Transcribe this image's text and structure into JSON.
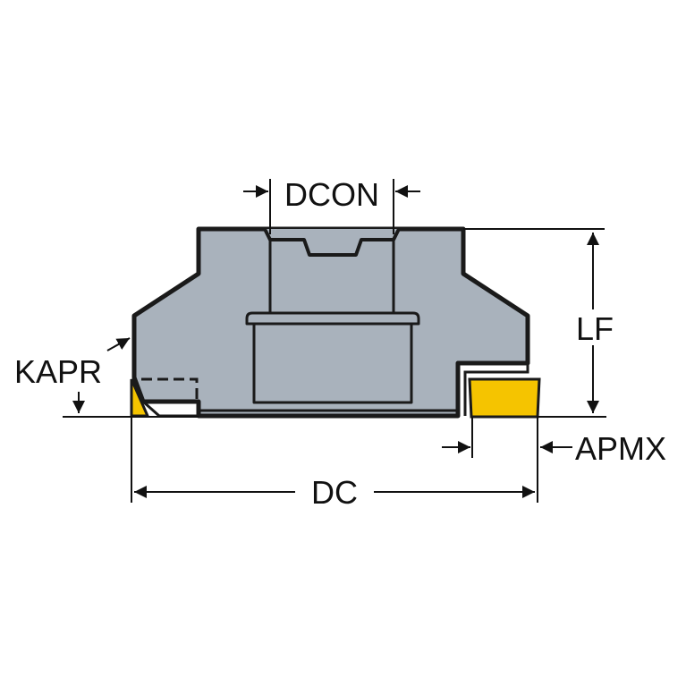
{
  "labels": {
    "dcon": "DCON",
    "lf": "LF",
    "kapr": "KAPR",
    "apmx": "APMX",
    "dc": "DC"
  },
  "colors": {
    "body_fill": "#a9b2bc",
    "body_stroke": "#1a1a1a",
    "insert_fill": "#f5c400",
    "line": "#111111",
    "background": "#ffffff"
  }
}
